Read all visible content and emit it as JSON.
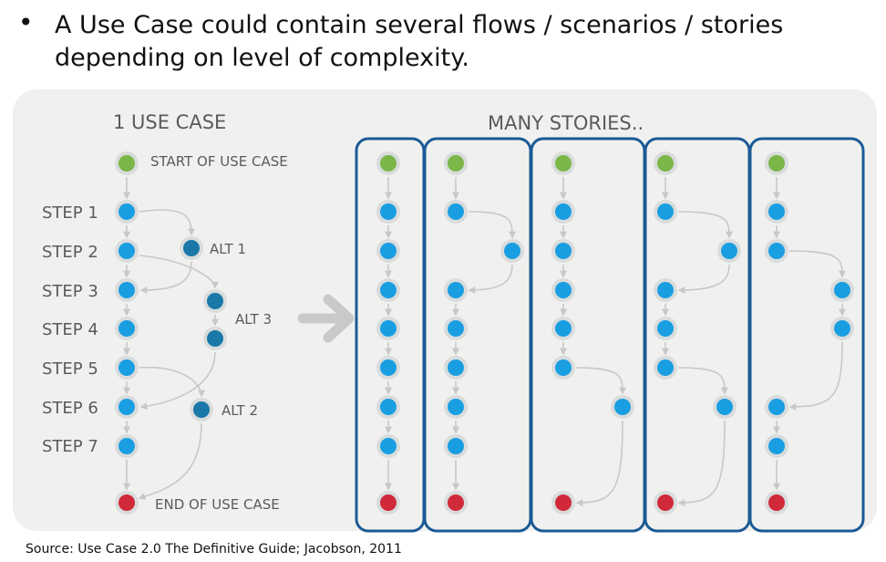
{
  "bullet": "•",
  "title_line1": "A Use Case could contain several flows / scenarios / stories",
  "title_line2": "depending on level of complexity.",
  "left_heading": "1 USE CASE",
  "right_heading": "MANY STORIES..",
  "start_label": "START OF USE CASE",
  "end_label": "END OF USE CASE",
  "steps": [
    "STEP 1",
    "STEP 2",
    "STEP 3",
    "STEP 4",
    "STEP 5",
    "STEP 6",
    "STEP 7"
  ],
  "alt1": "ALT 1",
  "alt2": "ALT 2",
  "alt3": "ALT 3",
  "source": "Source: Use Case 2.0 The Definitive Guide; Jacobson, 2011",
  "colors": {
    "start": "#7ab648",
    "step": "#1a9ee2",
    "alt": "#1a78a8",
    "end": "#d0293a",
    "frame": "#1c5a96",
    "panel": "#f0f1ef"
  }
}
